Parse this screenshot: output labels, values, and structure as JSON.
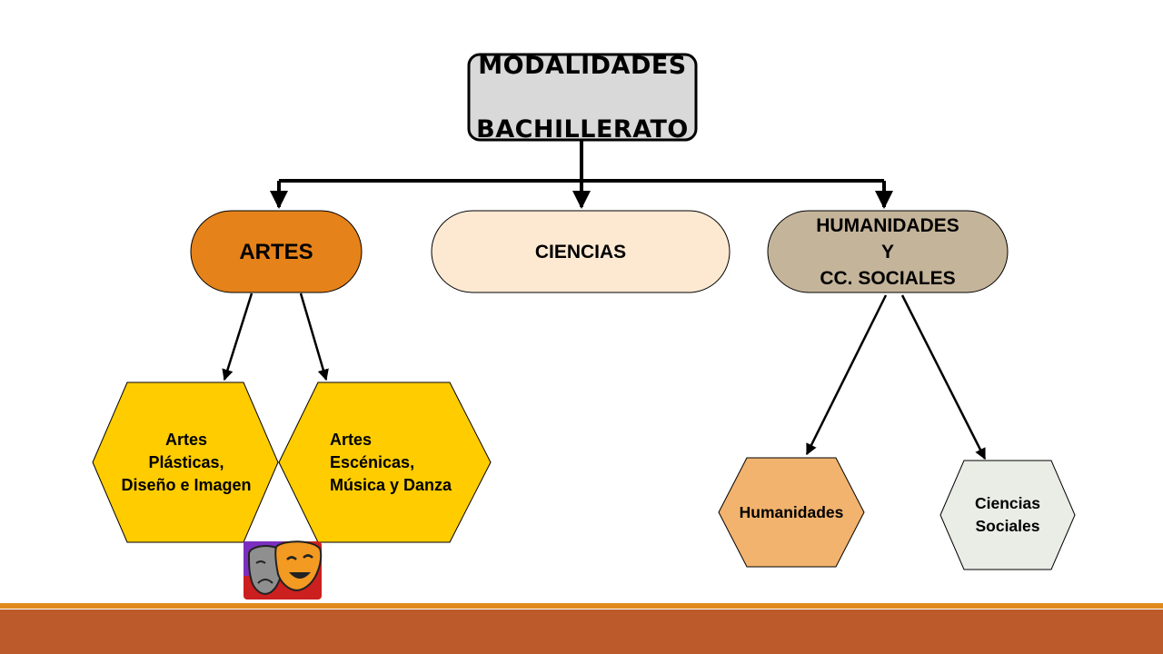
{
  "root": {
    "line1": "MODALIDADES",
    "line2": "BACHILLERATO"
  },
  "branches": {
    "artes": "ARTES",
    "ciencias": "CIENCIAS",
    "humanidades": "HUMANIDADES\nY\nCC. SOCIALES"
  },
  "artes_children": {
    "plasticas": "Artes\nPlásticas,\nDiseño e Imagen",
    "escenicas": "Artes\nEscénicas,\nMúsica y Danza"
  },
  "humanidades_children": {
    "humanidades": "Humanidades",
    "sociales": "Ciencias\nSociales"
  },
  "colors": {
    "root_fill": "#d9d9d9",
    "artes_fill": "#e5821a",
    "ciencias_fill": "#fde9d2",
    "humanidades_fill": "#c4b49a",
    "hex_yellow": "#ffcc00",
    "hex_humanidades": "#f2b36e",
    "hex_sociales": "#eaece6",
    "band": "#bd5a2c",
    "band_line": "#e08a1e"
  },
  "icons": {
    "masks": "theater-masks-icon"
  }
}
